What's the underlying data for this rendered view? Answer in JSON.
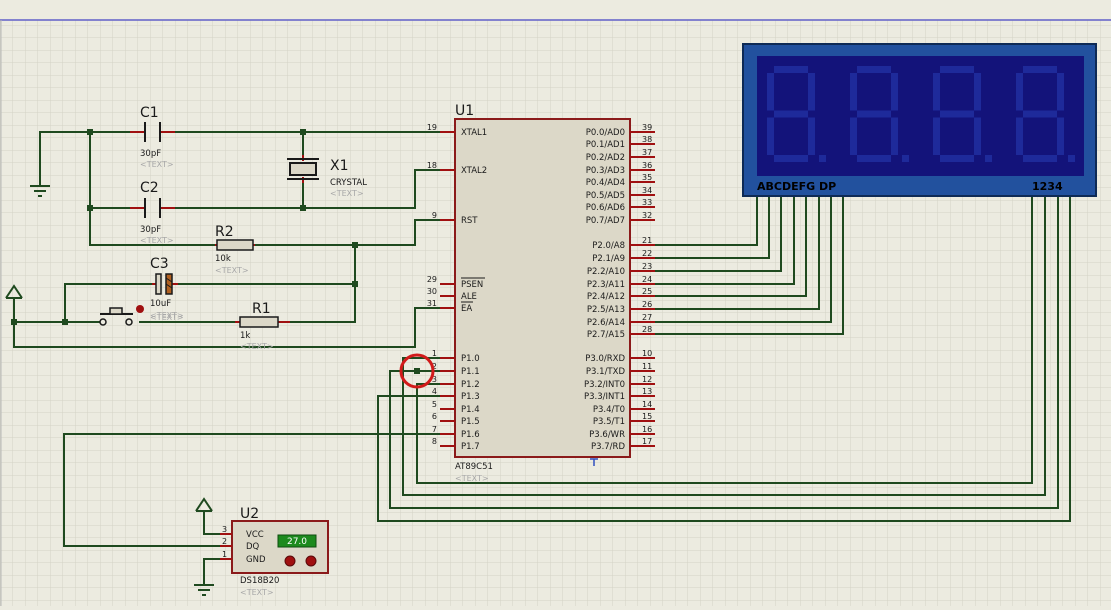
{
  "components": {
    "c1": {
      "ref": "C1",
      "value": "30pF",
      "text": "<TEXT>"
    },
    "c2": {
      "ref": "C2",
      "value": "30pF",
      "text": "<TEXT>"
    },
    "c3": {
      "ref": "C3",
      "value": "10uF",
      "text": "<TEXT>"
    },
    "r1": {
      "ref": "R1",
      "value": "1k",
      "text": "<TEXT>"
    },
    "r2": {
      "ref": "R2",
      "value": "10k",
      "text": "<TEXT>"
    },
    "x1": {
      "ref": "X1",
      "value": "CRYSTAL",
      "text": "<TEXT>"
    },
    "u1": {
      "ref": "U1",
      "part": "AT89C51",
      "text": "<TEXT>"
    },
    "u2": {
      "ref": "U2",
      "part": "DS18B20",
      "text": "<TEXT>",
      "reading": "27.0",
      "pins": [
        {
          "num": "3",
          "name": "VCC"
        },
        {
          "num": "2",
          "name": "DQ"
        },
        {
          "num": "1",
          "name": "GND"
        }
      ]
    },
    "button": {
      "text": "<TEXT>"
    }
  },
  "mcu": {
    "left_pins": [
      {
        "num": "19",
        "name": "XTAL1"
      },
      {
        "num": "18",
        "name": "XTAL2"
      },
      {
        "num": "9",
        "name": "RST"
      },
      {
        "num": "29",
        "name": "PSEN"
      },
      {
        "num": "30",
        "name": "ALE"
      },
      {
        "num": "31",
        "name": "EA"
      },
      {
        "num": "1",
        "name": "P1.0"
      },
      {
        "num": "2",
        "name": "P1.1"
      },
      {
        "num": "3",
        "name": "P1.2"
      },
      {
        "num": "4",
        "name": "P1.3"
      },
      {
        "num": "5",
        "name": "P1.4"
      },
      {
        "num": "6",
        "name": "P1.5"
      },
      {
        "num": "7",
        "name": "P1.6"
      },
      {
        "num": "8",
        "name": "P1.7"
      }
    ],
    "right_pins": [
      {
        "num": "39",
        "name": "P0.0/AD0"
      },
      {
        "num": "38",
        "name": "P0.1/AD1"
      },
      {
        "num": "37",
        "name": "P0.2/AD2"
      },
      {
        "num": "36",
        "name": "P0.3/AD3"
      },
      {
        "num": "35",
        "name": "P0.4/AD4"
      },
      {
        "num": "34",
        "name": "P0.5/AD5"
      },
      {
        "num": "33",
        "name": "P0.6/AD6"
      },
      {
        "num": "32",
        "name": "P0.7/AD7"
      },
      {
        "num": "21",
        "name": "P2.0/A8"
      },
      {
        "num": "22",
        "name": "P2.1/A9"
      },
      {
        "num": "23",
        "name": "P2.2/A10"
      },
      {
        "num": "24",
        "name": "P2.3/A11"
      },
      {
        "num": "25",
        "name": "P2.4/A12"
      },
      {
        "num": "26",
        "name": "P2.5/A13"
      },
      {
        "num": "27",
        "name": "P2.6/A14"
      },
      {
        "num": "28",
        "name": "P2.7/A15"
      },
      {
        "num": "10",
        "name": "P3.0/RXD"
      },
      {
        "num": "11",
        "name": "P3.1/TXD"
      },
      {
        "num": "12",
        "name": "P3.2/INT0"
      },
      {
        "num": "13",
        "name": "P3.3/INT1"
      },
      {
        "num": "14",
        "name": "P3.4/T0"
      },
      {
        "num": "15",
        "name": "P3.5/T1"
      },
      {
        "num": "16",
        "name": "P3.6/WR"
      },
      {
        "num": "17",
        "name": "P3.7/RD"
      }
    ]
  },
  "display": {
    "segment_labels": "ABCDEFG DP",
    "digit_labels": "1234"
  },
  "colors": {
    "background": "#ecebe0",
    "grid": "#d4d3c6",
    "wire": "#1f4a1f",
    "component_outline": "#8b1a1a",
    "display_frame": "#22519e",
    "display_face": "#13137a",
    "lcd_green": "#1d8a1d",
    "marker": "#d11a1a"
  }
}
